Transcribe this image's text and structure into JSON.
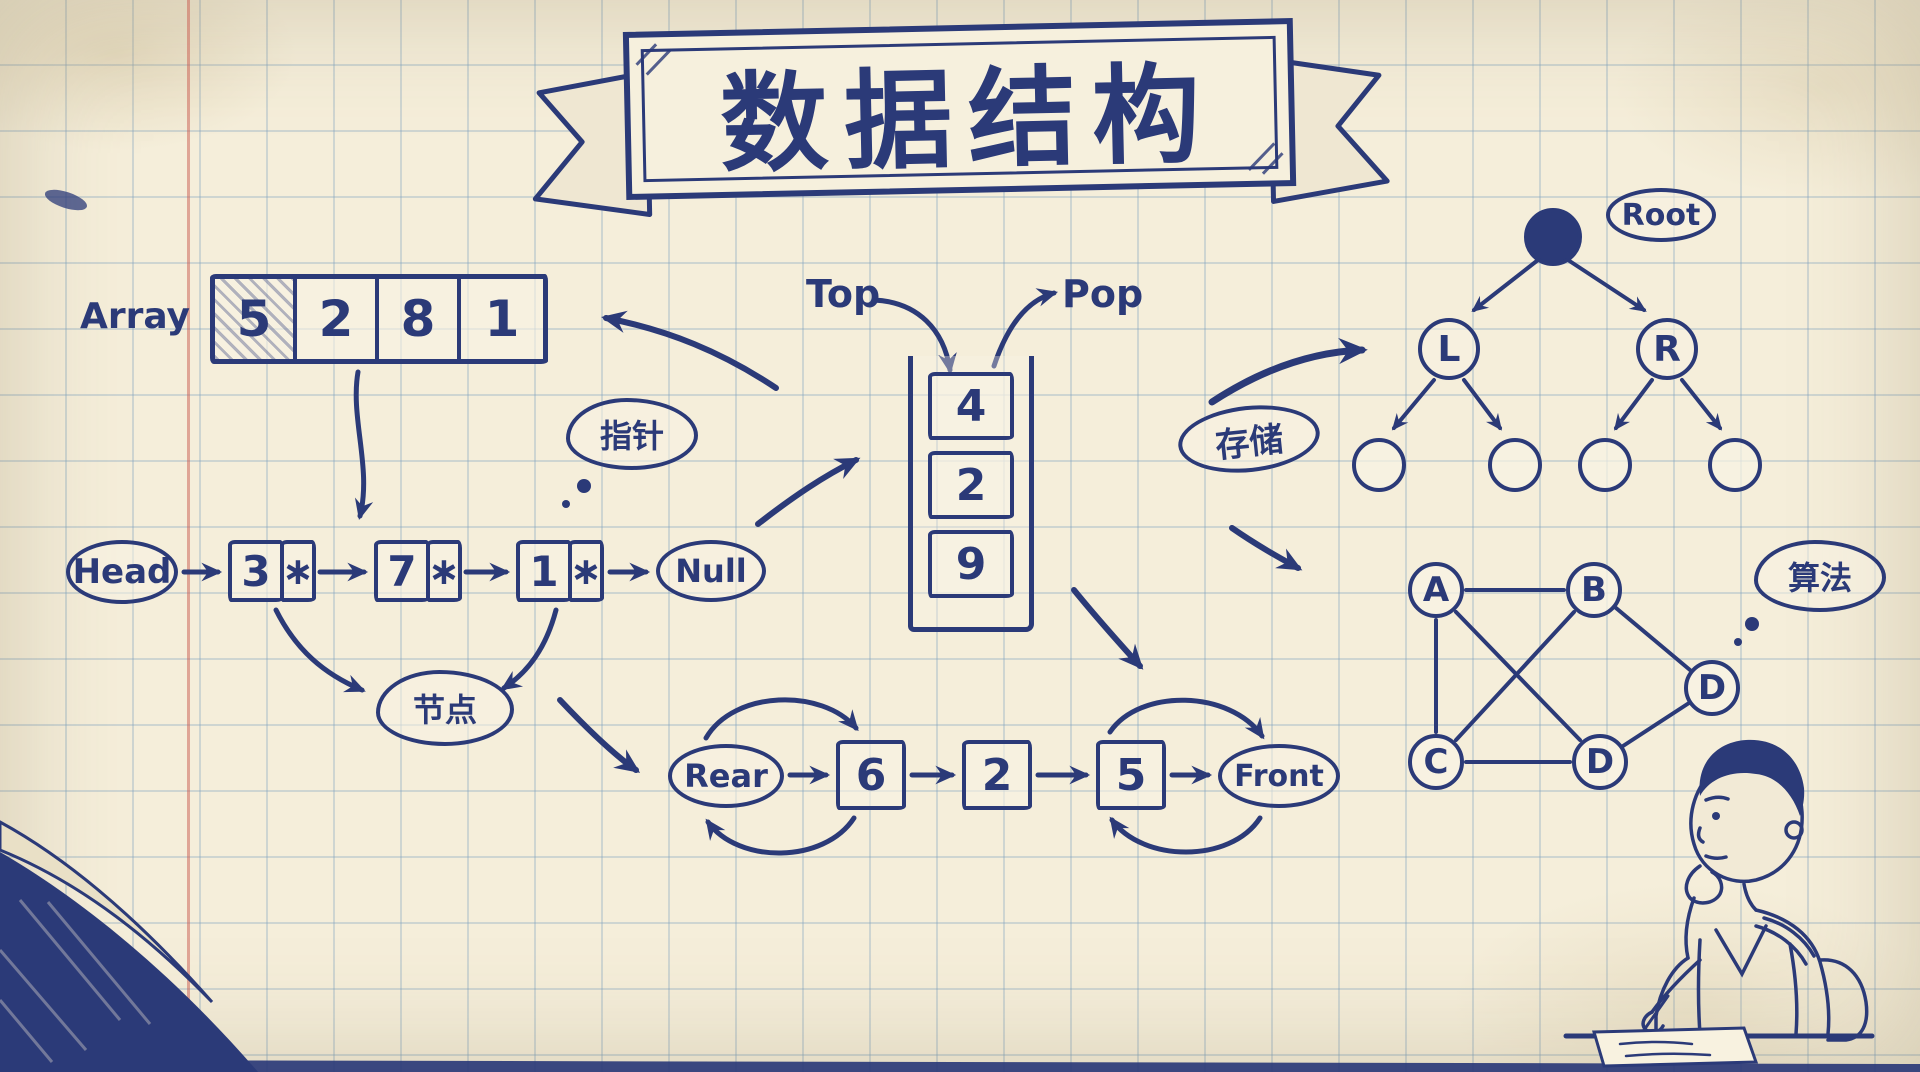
{
  "title": {
    "banner": "数据结构"
  },
  "array": {
    "label": "Array",
    "cells": [
      "5",
      "2",
      "8",
      "1"
    ]
  },
  "linked_list": {
    "head_label": "Head",
    "nodes": [
      {
        "value": "3",
        "pointer": "∗"
      },
      {
        "value": "7",
        "pointer": "∗"
      },
      {
        "value": "1",
        "pointer": "∗"
      }
    ],
    "null_label": "Null",
    "pointer_bubble": "指针",
    "node_bubble": "节点"
  },
  "stack": {
    "top_label": "Top",
    "pop_label": "Pop",
    "items": [
      "4",
      "2",
      "9"
    ]
  },
  "queue": {
    "rear_label": "Rear",
    "front_label": "Front",
    "items": [
      "6",
      "2",
      "5"
    ]
  },
  "tree": {
    "root_label": "Root",
    "left_child": "L",
    "right_child": "R"
  },
  "graph": {
    "node_labels": [
      "A",
      "B",
      "D",
      "C",
      "D"
    ],
    "thought_bubble": "算法"
  },
  "labels": {
    "storage": "存储"
  },
  "colors": {
    "ink": "#2b3a78",
    "paper": "#f5eeda",
    "grid_line": "#7da0be",
    "margin_line": "#c95c50"
  }
}
